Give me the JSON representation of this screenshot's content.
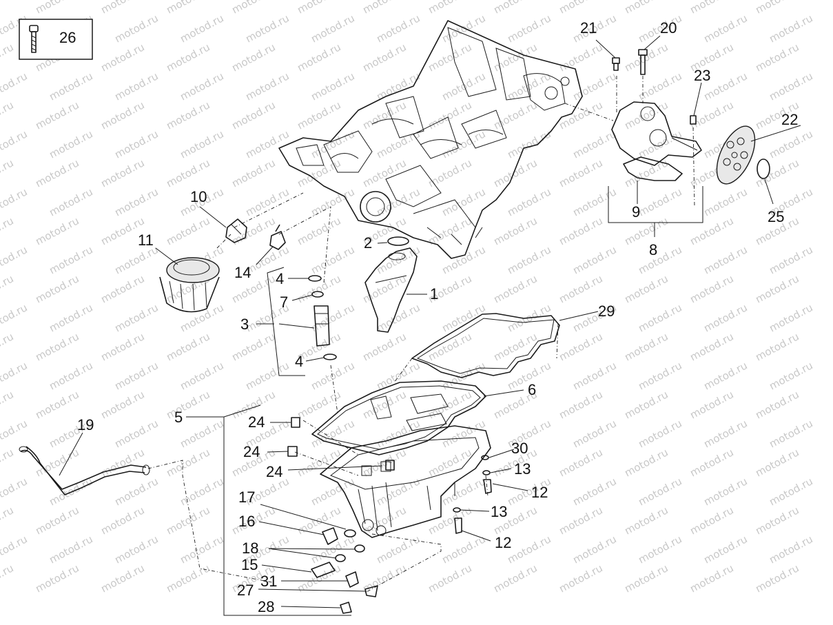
{
  "watermark": "motod.ru",
  "legend": {
    "label": "26"
  },
  "callouts": {
    "c1": "1",
    "c2": "2",
    "c3": "3",
    "c4a": "4",
    "c4b": "4",
    "c5": "5",
    "c6": "6",
    "c7": "7",
    "c8": "8",
    "c9": "9",
    "c10": "10",
    "c11": "11",
    "c12a": "12",
    "c12b": "12",
    "c13a": "13",
    "c13b": "13",
    "c14": "14",
    "c15": "15",
    "c16": "16",
    "c17": "17",
    "c18": "18",
    "c19": "19",
    "c20": "20",
    "c21": "21",
    "c22": "22",
    "c23": "23",
    "c24a": "24",
    "c24b": "24",
    "c24c": "24",
    "c25": "25",
    "c27": "27",
    "c28": "28",
    "c29": "29",
    "c30": "30",
    "c31": "31"
  }
}
